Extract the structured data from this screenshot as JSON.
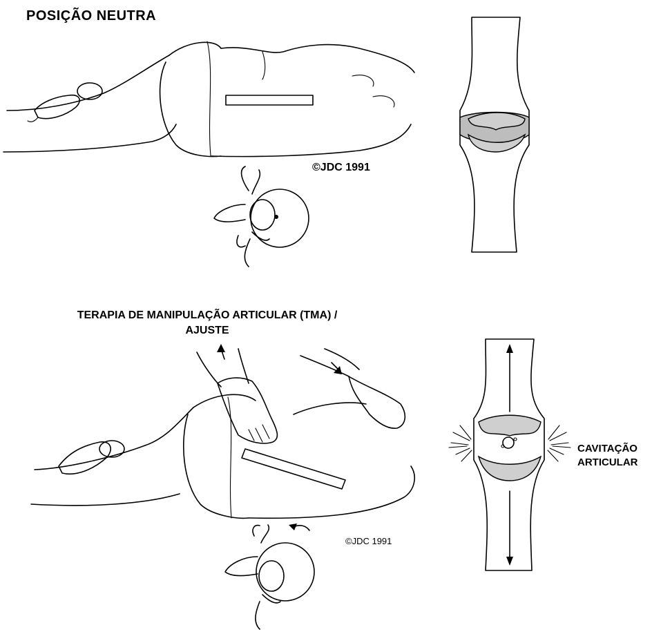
{
  "titles": {
    "neutral": "POSIÇÃO NEUTRA",
    "manipulation_line1": "TERAPIA DE MANIPULAÇÃO ARTICULAR (TMA) /",
    "manipulation_line2": "AJUSTE"
  },
  "copyright": {
    "top": "©JDC 1991",
    "bottom": "©JDC 1991"
  },
  "annotation": {
    "line1": "CAVITAÇÃO",
    "line2": "ARTICULAR"
  },
  "colors": {
    "ink": "#000000",
    "cartilage": "#bdbdbd",
    "background": "#ffffff"
  }
}
